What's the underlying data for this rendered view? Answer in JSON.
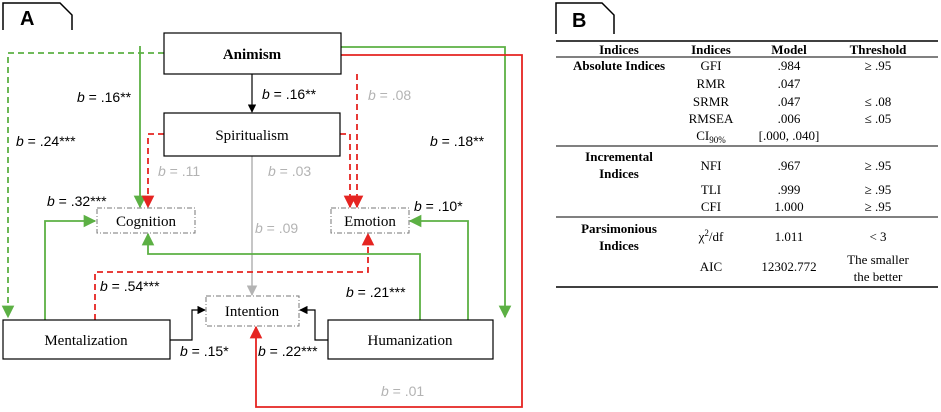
{
  "colors": {
    "green": "#5cb044",
    "red": "#e52421",
    "gray": "#b3b3b3",
    "black": "#000000"
  },
  "panel_a": {
    "label": "A",
    "nodes": {
      "animism": "Animism",
      "spiritualism": "Spiritualism",
      "cognition": "Cognition",
      "emotion": "Emotion",
      "intention": "Intention",
      "mentalization": "Mentalization",
      "humanization": "Humanization"
    },
    "paths": [
      {
        "b": "b",
        "v": " = .16**",
        "from": "Animism",
        "to": "Spiritualism",
        "color": "black"
      },
      {
        "b": "b",
        "v": " = .16**",
        "from": "Animism",
        "to": "Cognition",
        "color": "green"
      },
      {
        "b": "b",
        "v": " = .24***",
        "from": "Animism",
        "to": "Mentalization",
        "color": "green"
      },
      {
        "b": "b",
        "v": " = .08",
        "from": "Animism",
        "to": "Emotion",
        "color": "gray"
      },
      {
        "b": "b",
        "v": " = .18**",
        "from": "Animism",
        "to": "Humanization",
        "color": "green"
      },
      {
        "b": "b",
        "v": " = .11",
        "from": "Spiritualism",
        "to": "Cognition",
        "color": "gray"
      },
      {
        "b": "b",
        "v": " = .03",
        "from": "Spiritualism",
        "to": "Emotion",
        "color": "gray"
      },
      {
        "b": "b",
        "v": " = .09",
        "from": "Spiritualism",
        "to": "Intention",
        "color": "gray"
      },
      {
        "b": "b",
        "v": " = .32***",
        "from": "Mentalization",
        "to": "Cognition",
        "color": "green"
      },
      {
        "b": "b",
        "v": " = .10*",
        "from": "Humanization",
        "to": "Emotion",
        "color": "green"
      },
      {
        "b": "b",
        "v": " = .54***",
        "from": "Mentalization",
        "to": "Emotion",
        "color": "red"
      },
      {
        "b": "b",
        "v": " = .21***",
        "from": "Humanization",
        "to": "Cognition",
        "color": "green"
      },
      {
        "b": "b",
        "v": " = .15*",
        "from": "Mentalization",
        "to": "Intention",
        "color": "black"
      },
      {
        "b": "b",
        "v": " = .22***",
        "from": "Humanization",
        "to": "Intention",
        "color": "black"
      },
      {
        "b": "b",
        "v": " = .01",
        "from": "Animism",
        "to": "Intention",
        "color": "gray"
      }
    ]
  },
  "panel_b": {
    "label": "B",
    "headers": [
      "Indices",
      "Indices",
      "Model",
      "Threshold"
    ],
    "groups": [
      {
        "name_lines": [
          "Absolute Indices"
        ],
        "rows": [
          {
            "index": "GFI",
            "model": ".984",
            "threshold": "≥ .95"
          },
          {
            "index": "RMR",
            "model": ".047",
            "threshold": ""
          },
          {
            "index": "SRMR",
            "model": ".047",
            "threshold": "≤ .08"
          },
          {
            "index": "RMSEA",
            "model": ".006",
            "threshold": "≤ .05"
          },
          {
            "index": "CI",
            "index_sub": "90%",
            "model": "[.000, .040]",
            "threshold": ""
          }
        ]
      },
      {
        "name_lines": [
          "Incremental",
          "Indices"
        ],
        "rows": [
          {
            "index": "NFI",
            "model": ".967",
            "threshold": "≥ .95"
          },
          {
            "index": "TLI",
            "model": ".999",
            "threshold": "≥ .95"
          },
          {
            "index": "CFI",
            "model": "1.000",
            "threshold": "≥ .95"
          }
        ]
      },
      {
        "name_lines": [
          "Parsimonious",
          "Indices"
        ],
        "rows": [
          {
            "index": "χ",
            "index_sup": "2",
            "index_tail": "/df",
            "model": "1.011",
            "threshold": "< 3"
          },
          {
            "index": "AIC",
            "model": "12302.772",
            "threshold_lines": [
              "The smaller",
              "the better"
            ]
          }
        ]
      }
    ]
  }
}
